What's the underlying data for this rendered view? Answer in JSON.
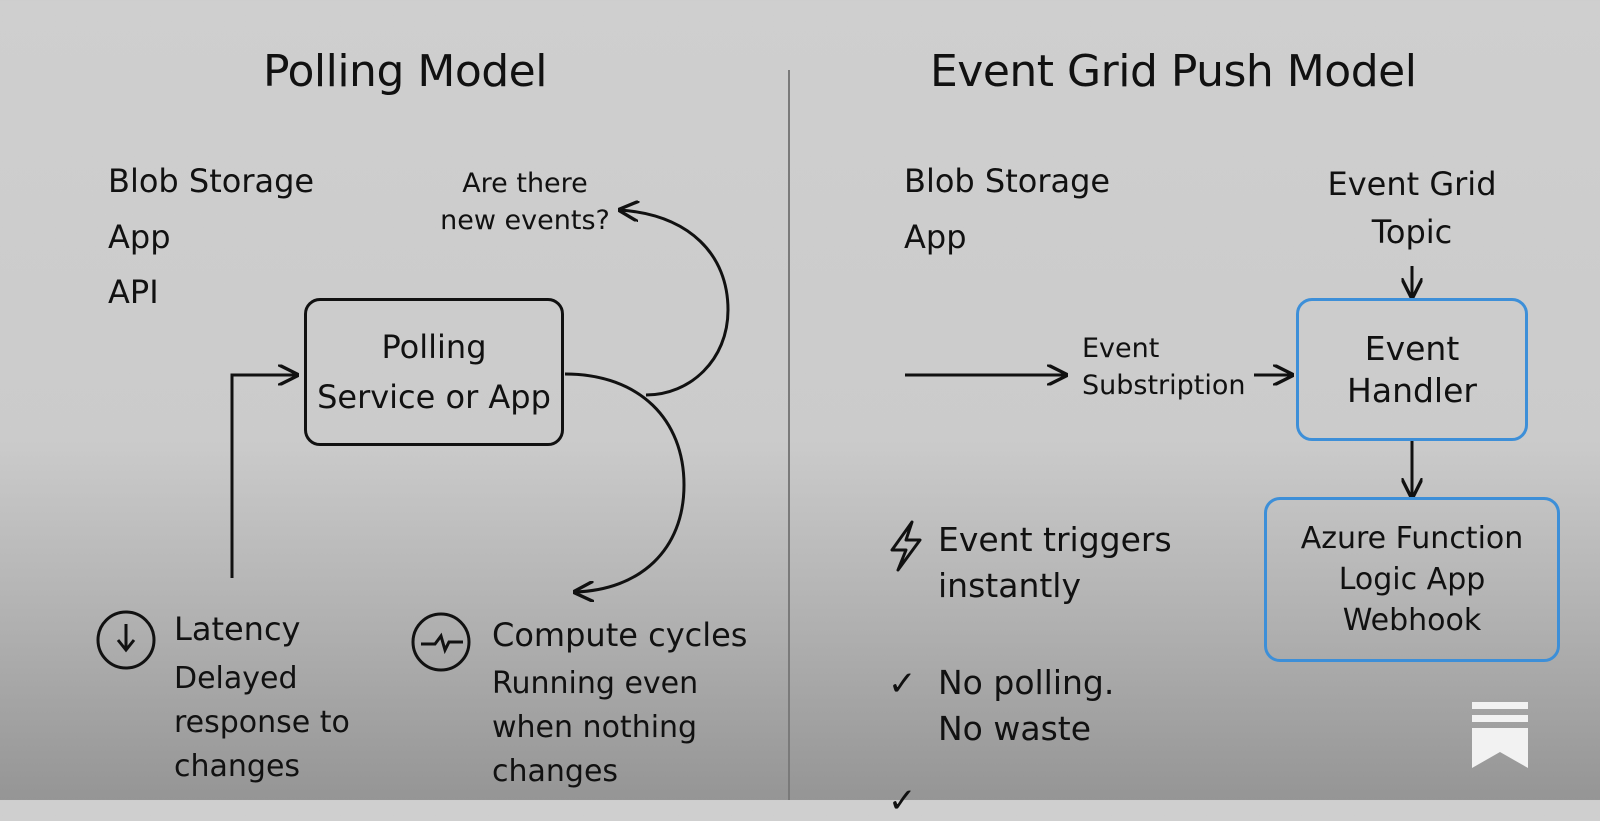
{
  "left": {
    "title": "Polling Model",
    "sources": [
      "Blob Storage",
      "App",
      "API"
    ],
    "question": [
      "Are there",
      "new events?"
    ],
    "polling_box": [
      "Polling",
      "Service or App"
    ],
    "latency": {
      "heading": "Latency",
      "body": [
        "Delayed",
        "response to",
        "changes"
      ]
    },
    "compute": {
      "heading": "Compute cycles",
      "body": [
        "Running even",
        "when nothing",
        "changes"
      ]
    }
  },
  "right": {
    "title": "Event Grid Push Model",
    "sources": [
      "Blob Storage",
      "App"
    ],
    "topic": [
      "Event Grid",
      "Topic"
    ],
    "subscription": [
      "Event",
      "Substription"
    ],
    "handler": [
      "Event",
      "Handler"
    ],
    "targets": [
      "Azure Function",
      "Logic App",
      "Webhook"
    ],
    "benefit1": [
      "Event triggers",
      "instantly"
    ],
    "benefit2": [
      "No polling.",
      "No waste"
    ]
  },
  "colors": {
    "accent": "#3d8fd8",
    "line": "#111111"
  },
  "icons": [
    "latency-icon",
    "compute-icon",
    "lightning-icon",
    "check-icon",
    "bookmark-logo-icon"
  ]
}
